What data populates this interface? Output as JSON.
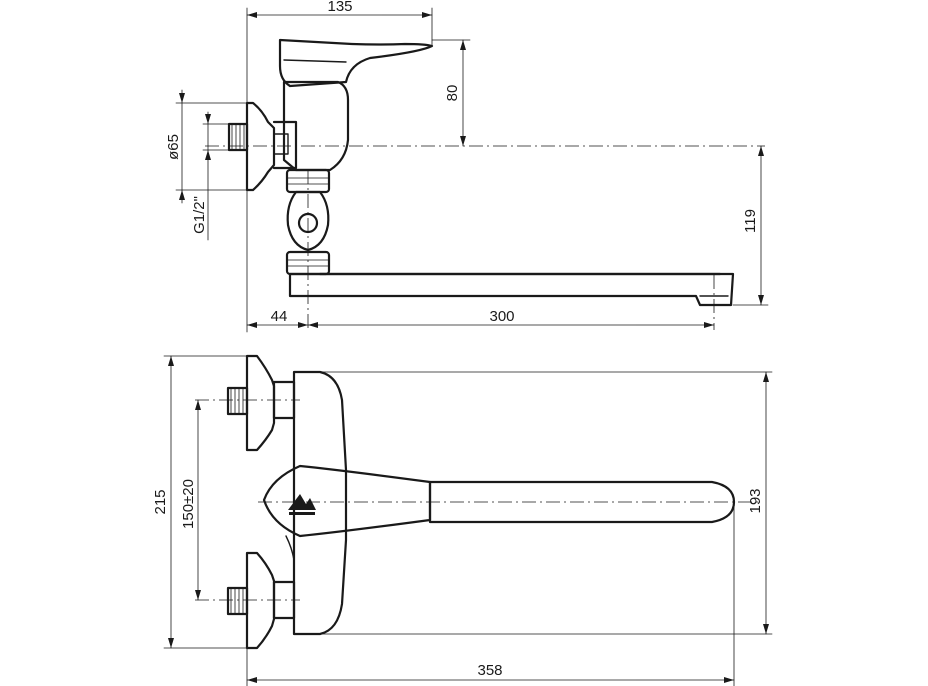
{
  "drawing": {
    "dimensions": {
      "top_width": "135",
      "handle_height": "80",
      "flange_diameter": "ø65",
      "thread": "G1/2\"",
      "spout_drop": "119",
      "wall_offset": "44",
      "spout_length": "300",
      "overall_height": "215",
      "inlet_spacing": "150±20",
      "plan_depth": "193",
      "overall_length": "358"
    },
    "icons": {
      "logo": "brand-logo-icon"
    }
  }
}
